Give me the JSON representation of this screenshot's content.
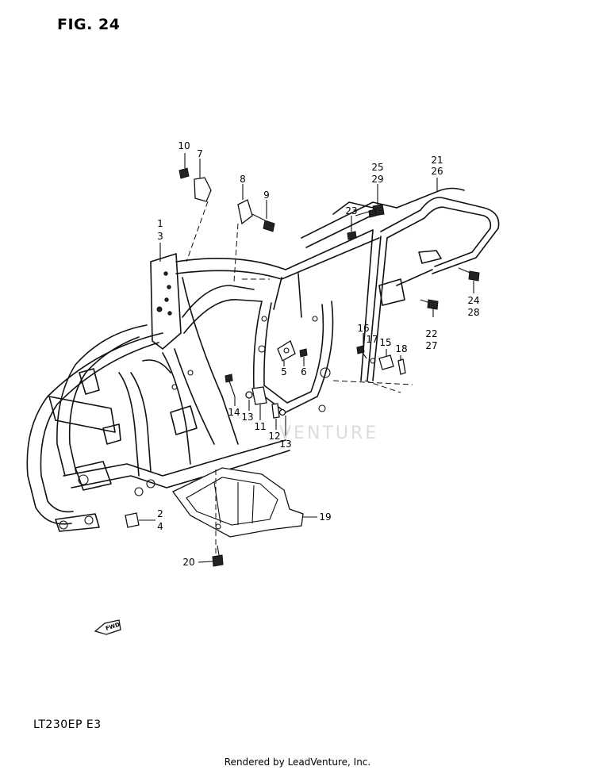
{
  "figure": {
    "title": "FIG. 24"
  },
  "model": {
    "code": "LT230EP  E3"
  },
  "footer": {
    "text": "Rendered by LeadVenture, Inc."
  },
  "watermark": {
    "text": "VENTURE"
  },
  "fwd_icon": {
    "label": "FWD"
  },
  "callouts": [
    {
      "id": "c10",
      "text": "10"
    },
    {
      "id": "c7",
      "text": "7"
    },
    {
      "id": "c8",
      "text": "8"
    },
    {
      "id": "c9",
      "text": "9"
    },
    {
      "id": "c1",
      "text": "1"
    },
    {
      "id": "c3",
      "text": "3"
    },
    {
      "id": "c25",
      "text": "25"
    },
    {
      "id": "c29",
      "text": "29"
    },
    {
      "id": "c21",
      "text": "21"
    },
    {
      "id": "c26",
      "text": "26"
    },
    {
      "id": "c23",
      "text": "23"
    },
    {
      "id": "c24",
      "text": "24"
    },
    {
      "id": "c28",
      "text": "28"
    },
    {
      "id": "c22",
      "text": "22"
    },
    {
      "id": "c27",
      "text": "27"
    },
    {
      "id": "c16",
      "text": "16"
    },
    {
      "id": "c17",
      "text": "17"
    },
    {
      "id": "c15",
      "text": "15"
    },
    {
      "id": "c18",
      "text": "18"
    },
    {
      "id": "c5",
      "text": "5"
    },
    {
      "id": "c6",
      "text": "6"
    },
    {
      "id": "c14",
      "text": "14"
    },
    {
      "id": "c13a",
      "text": "13"
    },
    {
      "id": "c11",
      "text": "11"
    },
    {
      "id": "c12",
      "text": "12"
    },
    {
      "id": "c13b",
      "text": "13"
    },
    {
      "id": "c2",
      "text": "2"
    },
    {
      "id": "c4",
      "text": "4"
    },
    {
      "id": "c19",
      "text": "19"
    },
    {
      "id": "c20",
      "text": "20"
    }
  ]
}
